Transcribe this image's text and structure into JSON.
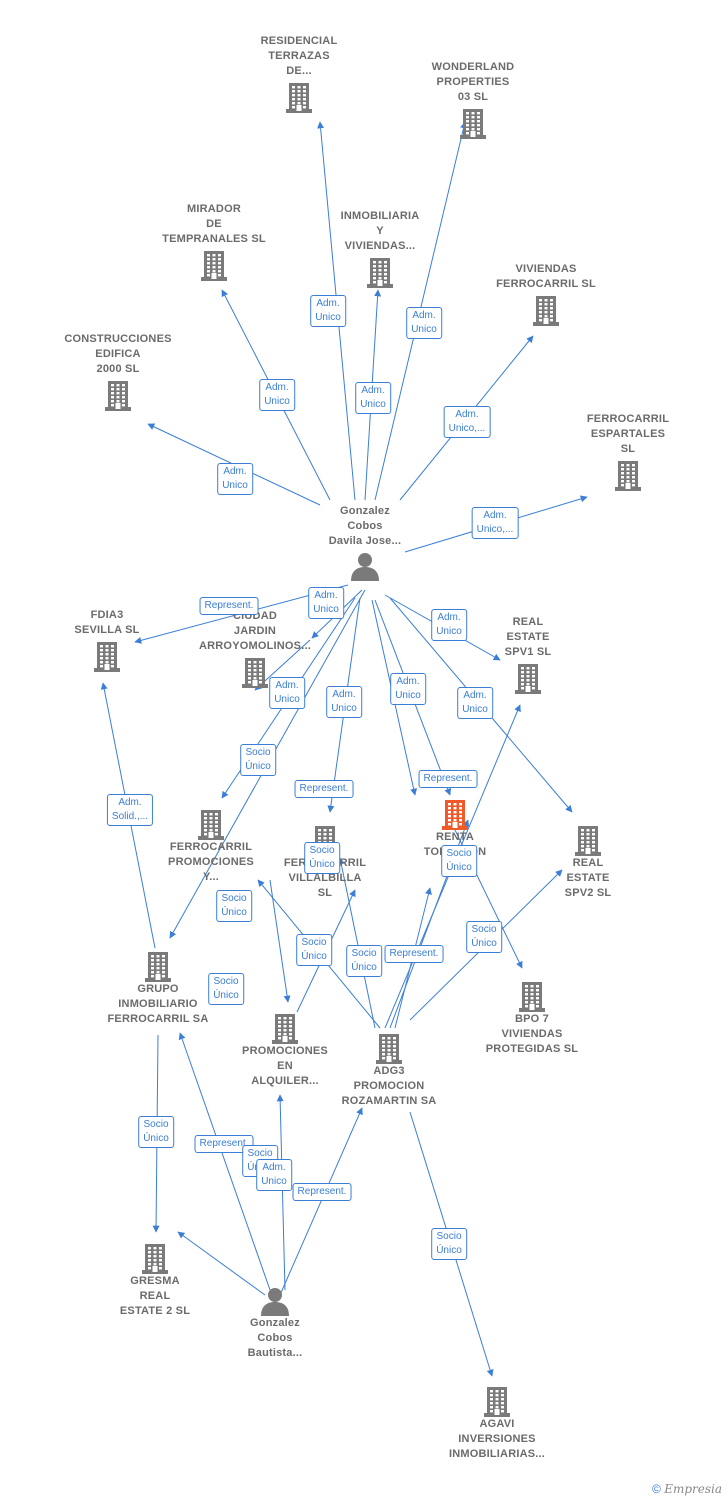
{
  "colors": {
    "edge": "#3b7ed6",
    "node": "#7a7a7a",
    "highlight": "#f05a28"
  },
  "nodes": [
    {
      "id": "residencial",
      "kind": "company",
      "label": "RESIDENCIAL\nTERRAZAS\nDE..."
    },
    {
      "id": "wonderland",
      "kind": "company",
      "label": "WONDERLAND\nPROPERTIES\n03  SL"
    },
    {
      "id": "mirador",
      "kind": "company",
      "label": "MIRADOR\nDE\nTEMPRANALES SL"
    },
    {
      "id": "inmobiliaria",
      "kind": "company",
      "label": "INMOBILIARIA\nY\nVIVIENDAS..."
    },
    {
      "id": "viv_ferro",
      "kind": "company",
      "label": "VIVIENDAS\nFERROCARRIL SL"
    },
    {
      "id": "construcciones",
      "kind": "company",
      "label": "CONSTRUCCIONES\nEDIFICA\n2000 SL"
    },
    {
      "id": "espartales",
      "kind": "company",
      "label": "FERROCARRIL\nESPARTALES\nSL"
    },
    {
      "id": "gonzalez_jose",
      "kind": "person",
      "label": "Gonzalez\nCobos\nDavila Jose..."
    },
    {
      "id": "fdia3",
      "kind": "company",
      "label": "FDIA3\nSEVILLA  SL"
    },
    {
      "id": "ciudad",
      "kind": "company",
      "label": "CIUDAD\nJARDIN\nARROYOMOLINOS..."
    },
    {
      "id": "spv1",
      "kind": "company",
      "label": "REAL\nESTATE\nSPV1  SL"
    },
    {
      "id": "renta",
      "kind": "company",
      "label": "RENTA\nTORREJON"
    },
    {
      "id": "ferro_promo",
      "kind": "company",
      "label": "FERROCARRIL\nPROMOCIONES\nY..."
    },
    {
      "id": "ferro_villalbilla",
      "kind": "company",
      "label": "FERROCARRIL\nVILLALBILLA\nSL"
    },
    {
      "id": "spv2",
      "kind": "company",
      "label": "REAL\nESTATE\nSPV2  SL"
    },
    {
      "id": "grupo",
      "kind": "company",
      "label": "GRUPO\nINMOBILIARIO\nFERROCARRIL SA"
    },
    {
      "id": "bpo7",
      "kind": "company",
      "label": "BPO 7\nVIVIENDAS\nPROTEGIDAS SL"
    },
    {
      "id": "promo_alquiler",
      "kind": "company",
      "label": "PROMOCIONES\nEN\nALQUILER..."
    },
    {
      "id": "adg3",
      "kind": "company",
      "label": "ADG3\nPROMOCION\nROZAMARTIN SA"
    },
    {
      "id": "gresma",
      "kind": "company",
      "label": "GRESMA\nREAL\nESTATE 2  SL"
    },
    {
      "id": "gonzalez_bautista",
      "kind": "person",
      "label": "Gonzalez\nCobos\nBautista..."
    },
    {
      "id": "agavi",
      "kind": "company",
      "label": "AGAVI\nINVERSIONES\nINMOBILIARIAS..."
    }
  ],
  "edge_labels": [
    "Adm.\nUnico",
    "Adm.\nUnico",
    "Adm.\nUnico",
    "Adm.\nUnico",
    "Adm.\nUnico,...",
    "Adm.\nUnico",
    "Adm.\nUnico,...",
    "Represent.",
    "Adm.\nUnico",
    "Adm.\nUnico",
    "Adm.\nUnico",
    "Adm.\nUnico",
    "Adm.\nUnico",
    "Adm.\nUnico",
    "Socio\nÚnico",
    "Represent.",
    "Represent.",
    "Adm.\nSolid.,...",
    "Socio\nÚnico",
    "Socio\nÚnico",
    "Socio\nÚnico",
    "Socio\nÚnico",
    "Socio\nÚnico",
    "Socio\nÚnico",
    "Represent.",
    "Socio\nÚnico",
    "Socio\nÚnico",
    "Represent.",
    "Socio\nÚnico",
    "Represent.",
    "Adm.\nUnico",
    "Socio\nÚnico"
  ],
  "footer": {
    "copyright": "©",
    "brand": "Empresia"
  }
}
